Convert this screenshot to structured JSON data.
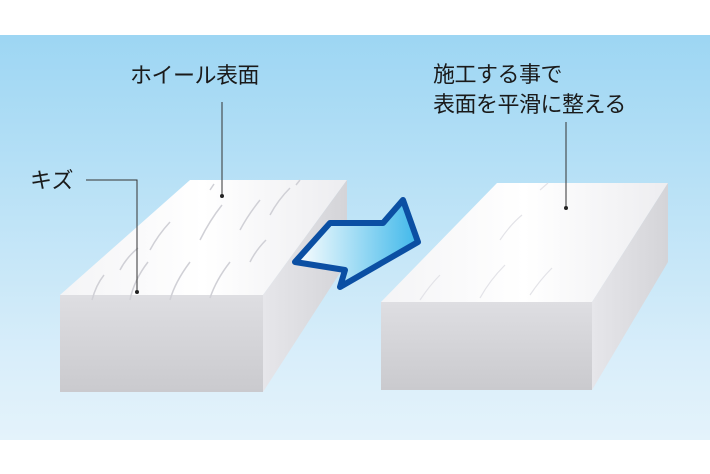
{
  "labels": {
    "wheel_surface": "ホイール表面",
    "scratch": "キズ",
    "after_line1": "施工する事で",
    "after_line2": "表面を平滑に整える"
  },
  "colors": {
    "background_top": "#9dd6f3",
    "background_bottom": "#e4f3fb",
    "arrow_outline": "#0b4fa3",
    "arrow_fill": "#5fc6ee"
  }
}
